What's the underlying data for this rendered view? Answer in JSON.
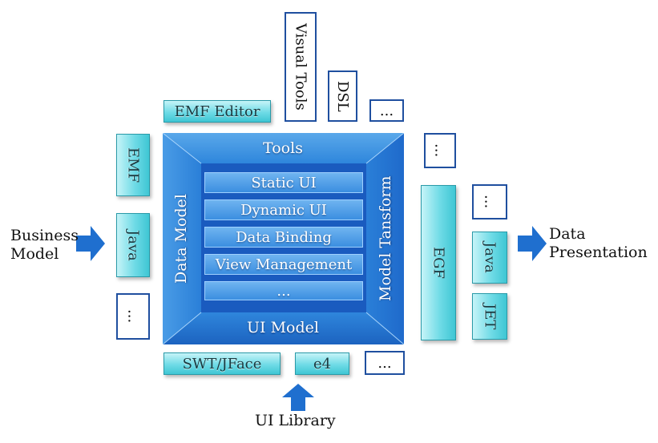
{
  "diagram": {
    "left_input": "Business\nModel",
    "right_output": "Data\nPresentation",
    "bottom_input": "UI Library",
    "core": {
      "top": "Tools",
      "bottom": "UI Model",
      "left": "Data Model",
      "right": "Model Tansform",
      "layers": [
        "Static UI",
        "Dynamic UI",
        "Data Binding",
        "View Management",
        "..."
      ]
    },
    "top_boxes": {
      "emf_editor": "EMF Editor",
      "visual_tools": "Visual Tools",
      "dsl": "DSL",
      "more": "..."
    },
    "left_boxes": {
      "emf": "EMF",
      "java": "Java",
      "more": "..."
    },
    "bottom_boxes": {
      "swt_jface": "SWT/JFace",
      "e4": "e4",
      "more": "..."
    },
    "right_boxes": {
      "more_top": "...",
      "egf": "EGF",
      "more": "...",
      "java": "Java",
      "jet": "JET"
    },
    "colors": {
      "core_blue": "#1e6fd0",
      "accent_cyan": "#5fd6e2",
      "arrow_blue": "#1f6fcf"
    }
  }
}
